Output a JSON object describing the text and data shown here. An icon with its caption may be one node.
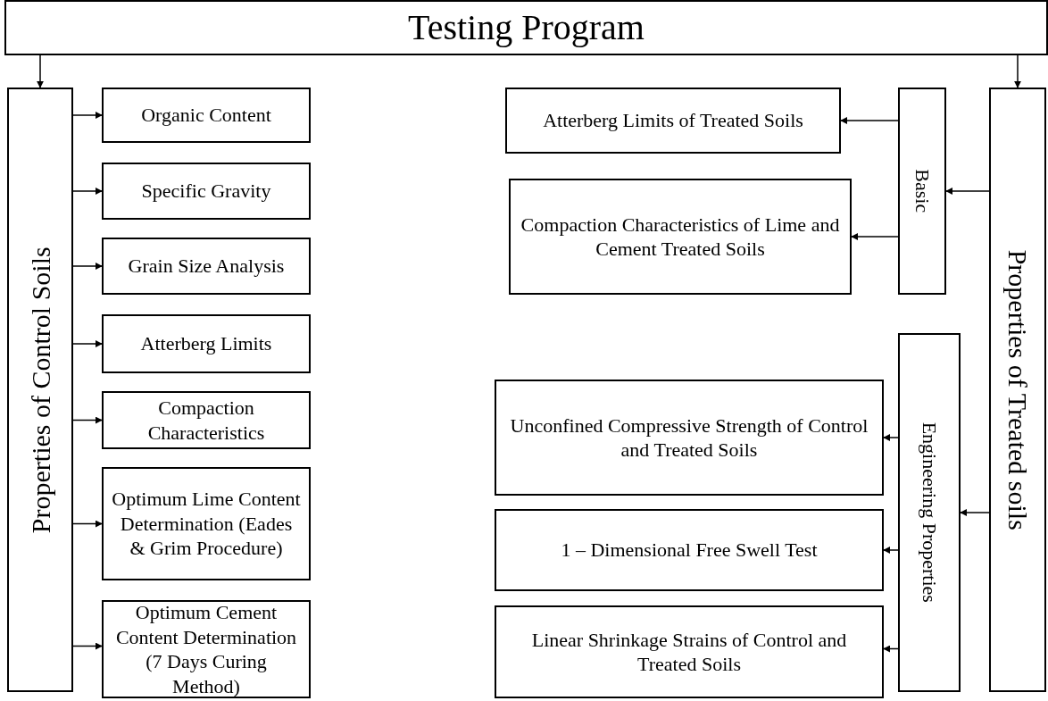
{
  "diagram": {
    "nodes": [
      {
        "text": [
          "Testing Program"
        ]
      },
      {
        "text": [
          "Properties of Control Soils"
        ]
      },
      {
        "text": [
          "Organic Content"
        ]
      },
      {
        "text": [
          "Specific Gravity"
        ]
      },
      {
        "text": [
          "Grain Size Analysis"
        ]
      },
      {
        "text": [
          "Atterberg Limits"
        ]
      },
      {
        "text": [
          "Compaction Characteristics"
        ]
      },
      {
        "text": [
          "Optimum Lime Content Determination (Eades & Grim Procedure)"
        ]
      },
      {
        "text": [
          "Optimum Cement Content Determination (7 Days Curing Method)"
        ]
      },
      {
        "text": [
          "Properties of Treated soils"
        ]
      },
      {
        "text": [
          "Basic"
        ]
      },
      {
        "text": [
          "Engineering Properties"
        ]
      },
      {
        "text": [
          "Atterberg Limits of Treated Soils"
        ]
      },
      {
        "text": [
          "Compaction Characteristics of Lime and Cement Treated Soils"
        ]
      },
      {
        "text": [
          "Unconfined Compressive Strength of Control and Treated Soils"
        ]
      },
      {
        "text": [
          "1 – Dimensional Free Swell Test"
        ]
      },
      {
        "text": [
          "Linear Shrinkage Strains of Control and Treated Soils"
        ]
      }
    ],
    "edges": [
      {
        "from": 0,
        "to": 1,
        "arrow": "to"
      },
      {
        "from": 0,
        "to": 9,
        "arrow": "to"
      },
      {
        "from": 1,
        "to": 2,
        "arrow": "to"
      },
      {
        "from": 1,
        "to": 3,
        "arrow": "to"
      },
      {
        "from": 1,
        "to": 4,
        "arrow": "to"
      },
      {
        "from": 1,
        "to": 5,
        "arrow": "to"
      },
      {
        "from": 1,
        "to": 6,
        "arrow": "to"
      },
      {
        "from": 1,
        "to": 7,
        "arrow": "to"
      },
      {
        "from": 1,
        "to": 8,
        "arrow": "to"
      },
      {
        "from": 9,
        "to": 10,
        "arrow": "to"
      },
      {
        "from": 9,
        "to": 11,
        "arrow": "to"
      },
      {
        "from": 10,
        "to": 12,
        "arrow": "to"
      },
      {
        "from": 10,
        "to": 13,
        "arrow": "to"
      },
      {
        "from": 11,
        "to": 14,
        "arrow": "to"
      },
      {
        "from": 11,
        "to": 15,
        "arrow": "to"
      },
      {
        "from": 11,
        "to": 16,
        "arrow": "to"
      }
    ]
  }
}
